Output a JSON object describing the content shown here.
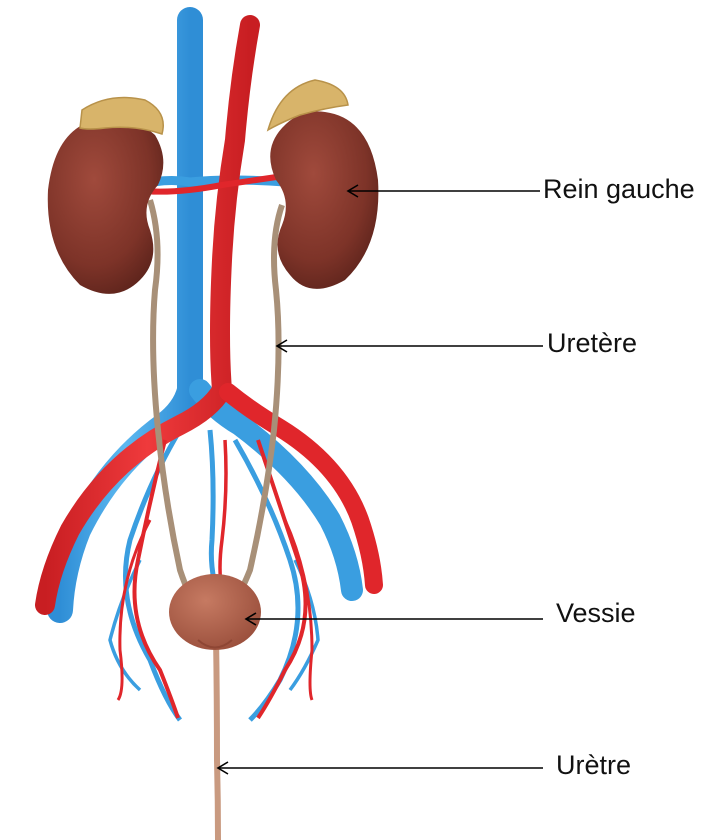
{
  "labels": {
    "kidney": "Rein gauche",
    "ureter": "Uretère",
    "bladder": "Vessie",
    "urethra": "Urètre"
  },
  "colors": {
    "vein": "#3a9ee0",
    "artery": "#e0262b",
    "kidney": "#8a3a2e",
    "adrenal": "#d8b46a",
    "ureter": "#a89078",
    "bladder": "#b5664f",
    "pointer": "#000000"
  }
}
